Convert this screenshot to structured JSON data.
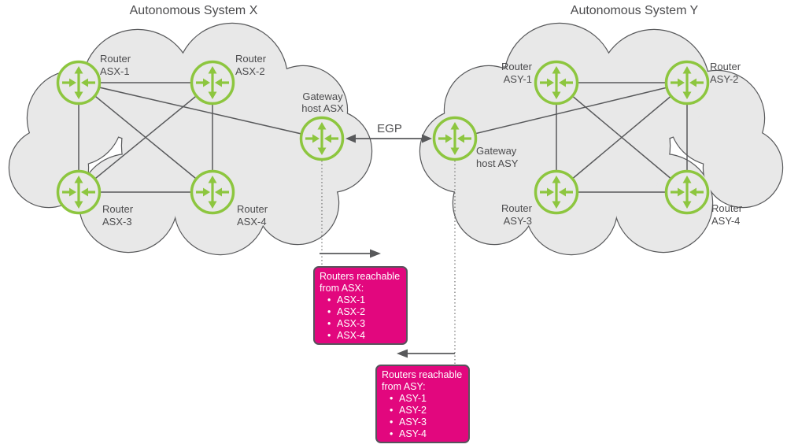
{
  "titles": {
    "as_x": "Autonomous System X",
    "as_y": "Autonomous System Y"
  },
  "egp_label": "EGP",
  "bullet": "•",
  "nodes": {
    "asx1": {
      "line1": "Router",
      "line2": "ASX-1"
    },
    "asx2": {
      "line1": "Router",
      "line2": "ASX-2"
    },
    "asx3": {
      "line1": "Router",
      "line2": "ASX-3"
    },
    "asx4": {
      "line1": "Router",
      "line2": "ASX-4"
    },
    "gwx": {
      "line1": "Gateway",
      "line2": "host ASX"
    },
    "asy1": {
      "line1": "Router",
      "line2": "ASY-1"
    },
    "asy2": {
      "line1": "Router",
      "line2": "ASY-2"
    },
    "asy3": {
      "line1": "Router",
      "line2": "ASY-3"
    },
    "asy4": {
      "line1": "Router",
      "line2": "ASY-4"
    },
    "gwy": {
      "line1": "Gateway",
      "line2": "host ASY"
    }
  },
  "reachability_boxes": {
    "asx": {
      "heading_line1": "Routers reachable",
      "heading_line2": "from ASX:",
      "items": [
        "ASX-1",
        "ASX-2",
        "ASX-3",
        "ASX-4"
      ]
    },
    "asy": {
      "heading_line1": "Routers reachable",
      "heading_line2": "from ASY:",
      "items": [
        "ASY-1",
        "ASY-2",
        "ASY-3",
        "ASY-4"
      ]
    }
  },
  "colors": {
    "router_green": "#8dc63f",
    "cloud_fill": "#e8e8e8",
    "outline_gray": "#58595b",
    "box_pink": "#e2077e",
    "box_border": "#57535c",
    "label_text": "#4c4c4e"
  }
}
